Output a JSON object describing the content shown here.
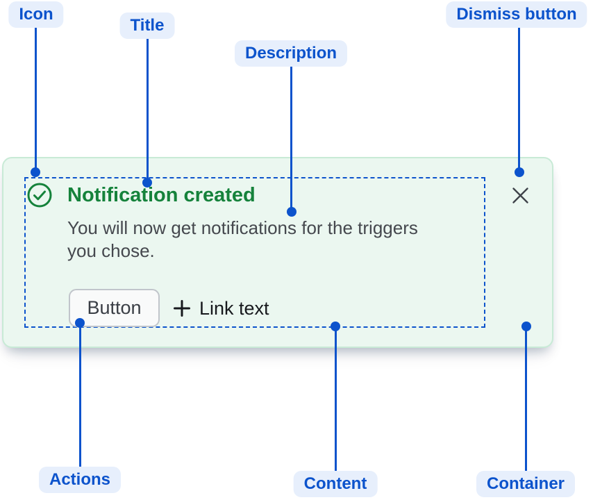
{
  "labels": {
    "icon": "Icon",
    "title": "Title",
    "description": "Description",
    "dismiss_button": "Dismiss button",
    "actions": "Actions",
    "content": "Content",
    "container": "Container"
  },
  "flag": {
    "title": "Notification created",
    "description": "You will now get notifications for the triggers you chose.",
    "button_label": "Button",
    "link_label": "Link text",
    "status_icon": "check-circle-icon",
    "link_prefix_icon": "plus-icon",
    "dismiss_icon": "cross-icon"
  },
  "colors": {
    "annotation_blue": "#0C53CC",
    "annotation_pill_bg": "#E7EFFC",
    "card_bg": "#EBF7F0",
    "card_border": "#C8EAD6",
    "success_green": "#15823B",
    "description_text": "#45484E",
    "dismiss_gray": "#3F434A",
    "button_bg": "#F9FAFA",
    "button_border": "#C1C5CB",
    "button_text": "#3A3E45",
    "link_text": "#17191D"
  }
}
